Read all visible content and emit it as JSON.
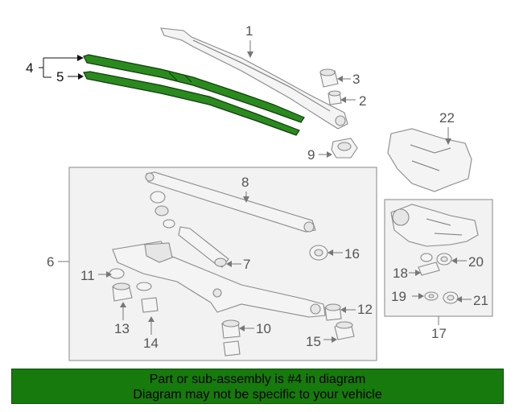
{
  "callouts": {
    "n1": "1",
    "n2": "2",
    "n3": "3",
    "n4": "4",
    "n5": "5",
    "n6": "6",
    "n7": "7",
    "n8": "8",
    "n9": "9",
    "n10": "10",
    "n11": "11",
    "n12": "12",
    "n13": "13",
    "n14": "14",
    "n15": "15",
    "n16": "16",
    "n17": "17",
    "n18": "18",
    "n19": "19",
    "n20": "20",
    "n21": "21",
    "n22": "22"
  },
  "banner": {
    "line1": "Part or sub-assembly is #4 in diagram",
    "line2": "Diagram may not be specific to your vehicle"
  },
  "colors": {
    "highlight": "#2a8a1e",
    "banner_bg": "#177a0c"
  }
}
